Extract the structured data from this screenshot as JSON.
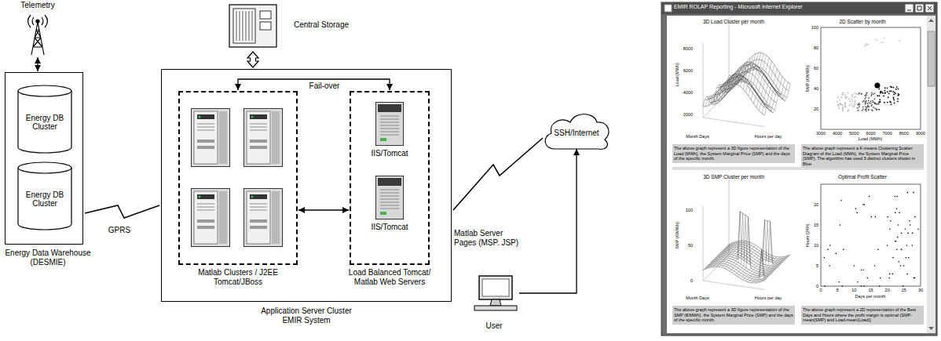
{
  "diagram": {
    "nodes": [
      {
        "text": [
          "Telemetry"
        ]
      },
      {
        "text": [
          "Energy Data Warehouse (DESMIE)"
        ]
      },
      {
        "text": [
          "Energy DB Cluster"
        ],
        "in": 1
      },
      {
        "text": [
          "Energy DB Cluster"
        ],
        "in": 1
      },
      {
        "text": [
          "Central Storage"
        ]
      },
      {
        "text": [
          "Application Server Cluster EMIR System"
        ]
      },
      {
        "text": [
          "Matlab Clusters / J2EE Tomcat/JBoss"
        ],
        "in": 5
      },
      {
        "text": [
          "Load Balanced Tomcat/ Matlab Web Servers"
        ],
        "in": 5
      },
      {
        "text": [
          "IIS/Tomcat"
        ],
        "in": 7
      },
      {
        "text": [
          "IIS/Tomcat"
        ],
        "in": 7
      },
      {
        "text": [
          "SSH/Internet"
        ]
      },
      {
        "text": [
          "User"
        ]
      }
    ],
    "edges": [
      {
        "from": 0,
        "to": 1,
        "arrow": "both"
      },
      {
        "from": 1,
        "to": 5,
        "label": "GPRS",
        "arrow": "none"
      },
      {
        "from": 4,
        "to": 5,
        "arrow": "both"
      },
      {
        "from": 6,
        "to": 7,
        "label": "Fail-over",
        "arrow": "both"
      },
      {
        "from": 6,
        "to": 7,
        "arrow": "both"
      },
      {
        "from": 5,
        "to": 10,
        "label": "Matlab Server Pages (MSP. JSP)",
        "arrow": "none"
      },
      {
        "from": 11,
        "to": 10,
        "arrow": "to"
      }
    ],
    "labels": [
      "EMIR ROLAP Reporting - Microsoft Internet Explorer",
      "3D Load Cluster per month",
      "Load (MWh)",
      "8000",
      "6000",
      "4000",
      "2000",
      "Month Days",
      "Hours per day",
      "The above graph represent a 3D figure representation of the Load (MWh), the System Marginal Price (SMP) and the days of the specific month.",
      "2D Scatter by month",
      "SMP (€/MWh)",
      "100",
      "80",
      "60",
      "40",
      "20",
      "3000",
      "4000",
      "5000",
      "6000",
      "7000",
      "8000",
      "9000",
      "Load (MWh)",
      "The above graph represent a K-means Clustering Scatter Diagram of the Load (MWh), the System Marginal Price (SMP). The algorithm has used 3 distinct clusters shown in Blue",
      "3D SMP Cluster per month",
      "SMP (€/MWh)",
      "100",
      "50",
      "0",
      "Month Days",
      "Hours per day",
      "The above graph represent a 3D figure representation of the SMP (€/MWh), the System Marginal Price (SMP) and the days of the specific month.",
      "Optimal Profit Scatter",
      "Hours (24H)",
      "20",
      "15",
      "10",
      "5",
      "0",
      "0",
      "5",
      "10",
      "15",
      "20",
      "25",
      "30",
      "Days per month",
      "The above graph represent a 2D representation of the Best Days and Hours where the profit margin is optimal (SMP-mean(SMP) and Load-mean(Load))"
    ]
  }
}
